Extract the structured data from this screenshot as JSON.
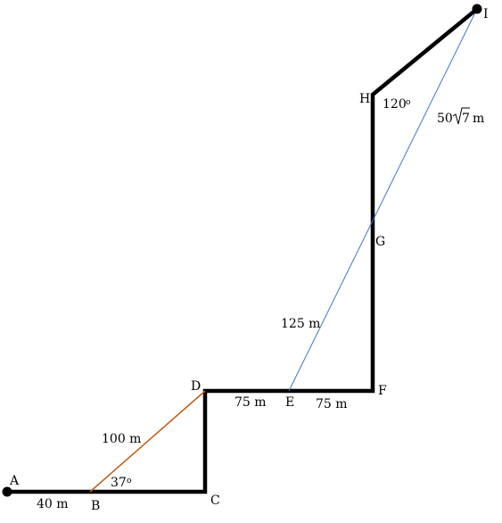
{
  "diagram": {
    "points": {
      "A": "A",
      "B": "B",
      "C": "C",
      "D": "D",
      "E": "E",
      "F": "F",
      "G": "G",
      "H": "H",
      "I": "I"
    },
    "lengths": {
      "AB": "40 m",
      "BD": "100 m",
      "DE": "75 m",
      "EF": "75 m",
      "EG": "125 m",
      "GI_coef": "50",
      "GI_radicand": "7",
      "GI_unit": "m"
    },
    "angles": {
      "B": "37",
      "H": "120",
      "degree_mark": "o"
    },
    "colors": {
      "path": "#000000",
      "bd_line": "#C55A11",
      "ei_line": "#4472C4"
    }
  }
}
